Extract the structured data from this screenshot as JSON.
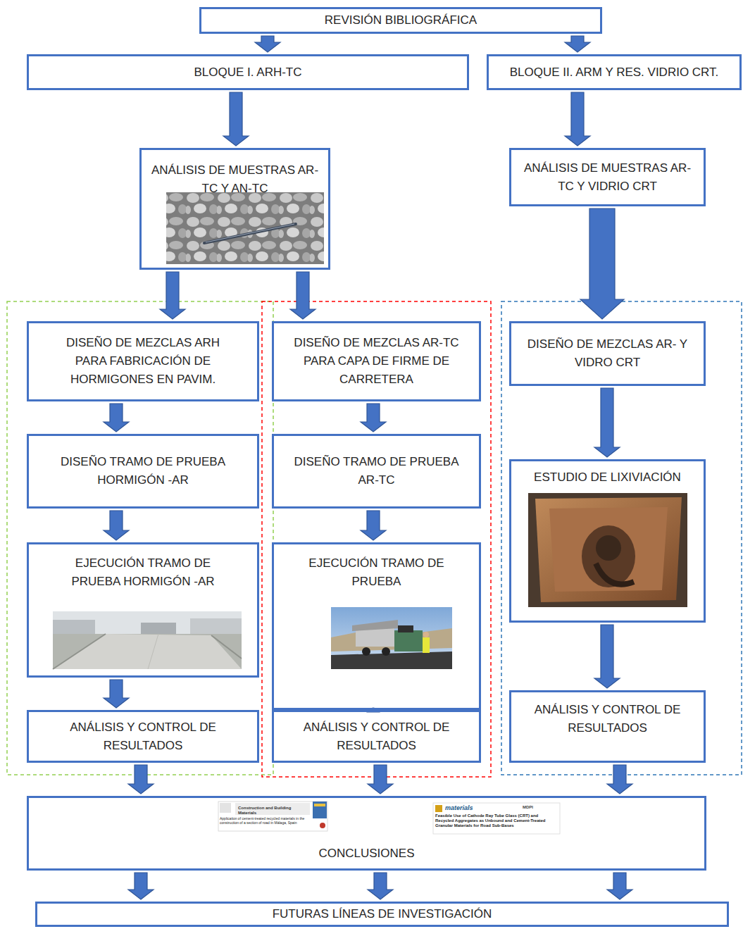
{
  "diagram": {
    "nodes": [
      {
        "text": [
          "REVISIÓN BIBLIOGRÁFICA"
        ]
      },
      {
        "text": [
          "BLOQUE I. ARH-TC"
        ]
      },
      {
        "text": [
          "BLOQUE II. ARM Y RES. VIDRIO CRT."
        ]
      },
      {
        "text": [
          "ANÁLISIS DE MUESTRAS AR-TC Y AN-TC"
        ]
      },
      {
        "text": [
          "ANÁLISIS DE MUESTRAS AR-TC Y VIDRIO CRT"
        ]
      },
      {
        "text": [
          "DISEÑO DE MEZCLAS ARH PARA FABRICACIÓN DE HORMIGONES EN PAVIM."
        ]
      },
      {
        "text": [
          "DISEÑO DE MEZCLAS AR-TC PARA CAPA DE FIRME DE CARRETERA"
        ]
      },
      {
        "text": [
          "DISEÑO DE MEZCLAS AR- Y VIDRO CRT"
        ]
      },
      {
        "text": [
          "DISEÑO TRAMO DE PRUEBA HORMIGÓN -AR"
        ]
      },
      {
        "text": [
          "DISEÑO TRAMO DE PRUEBA AR-TC"
        ]
      },
      {
        "text": [
          "ESTUDIO DE LIXIVIACIÓN"
        ]
      },
      {
        "text": [
          "EJECUCIÓN TRAMO DE PRUEBA HORMIGÓN -AR"
        ]
      },
      {
        "text": [
          "EJECUCIÓN TRAMO DE PRUEBA"
        ]
      },
      {
        "text": [
          "ANÁLISIS Y CONTROL DE RESULTADOS"
        ]
      },
      {
        "text": [
          "ANÁLISIS Y CONTROL DE RESULTADOS"
        ]
      },
      {
        "text": [
          "ANÁLISIS Y CONTROL DE RESULTADOS"
        ]
      },
      {
        "text": [
          "CONCLUSIONES"
        ]
      },
      {
        "text": [
          "FUTURAS LÍNEAS DE INVESTIGACIÓN"
        ]
      }
    ],
    "edges": [
      {
        "from": 0,
        "to": 1,
        "arrow": "to"
      },
      {
        "from": 0,
        "to": 2,
        "arrow": "to"
      },
      {
        "from": 1,
        "to": 3,
        "arrow": "to"
      },
      {
        "from": 2,
        "to": 4,
        "arrow": "to"
      },
      {
        "from": 3,
        "to": 5,
        "arrow": "to"
      },
      {
        "from": 3,
        "to": 6,
        "arrow": "to"
      },
      {
        "from": 4,
        "to": 7,
        "arrow": "to"
      },
      {
        "from": 5,
        "to": 8,
        "arrow": "to"
      },
      {
        "from": 8,
        "to": 11,
        "arrow": "to"
      },
      {
        "from": 11,
        "to": 13,
        "arrow": "to"
      },
      {
        "from": 6,
        "to": 9,
        "arrow": "to"
      },
      {
        "from": 9,
        "to": 12,
        "arrow": "to"
      },
      {
        "from": 12,
        "to": 14,
        "arrow": "to"
      },
      {
        "from": 7,
        "to": 10,
        "arrow": "to"
      },
      {
        "from": 10,
        "to": 15,
        "arrow": "to"
      },
      {
        "from": 13,
        "to": 16,
        "arrow": "to"
      },
      {
        "from": 14,
        "to": 16,
        "arrow": "to"
      },
      {
        "from": 15,
        "to": 16,
        "arrow": "to"
      },
      {
        "from": 16,
        "to": 17,
        "arrow": "to"
      },
      {
        "from": 16,
        "to": 17,
        "arrow": "to"
      },
      {
        "from": 16,
        "to": 17,
        "arrow": "to"
      }
    ],
    "labels": [
      "Construction and Building Materials",
      "Application of cement-treated recycled materials in the construction of a section of road in Málaga, Spain",
      "materials",
      "MDPI",
      "Feasible Use of Cathode Ray Tube Glass (CRT) and Recycled Aggregates as Unbound and Cement-Treated Granular Materials for Road Sub-Bases"
    ]
  }
}
